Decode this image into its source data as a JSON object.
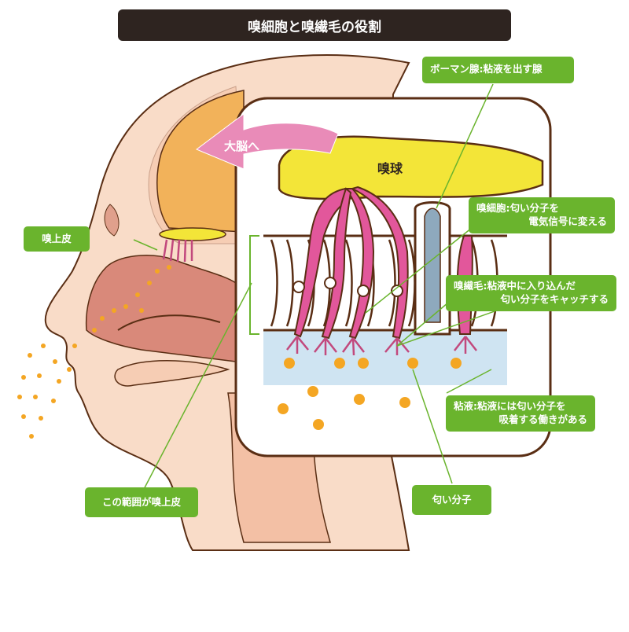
{
  "title": "嗅細胞と嗅繊毛の役割",
  "colors": {
    "label_green": "#6ab42d",
    "title_bg": "#2e2420",
    "skin": "#f9dcc8",
    "brain": "#f2b25a",
    "bulb_yellow": "#f3e538",
    "cell_pink": "#e2579b",
    "mucus_blue": "#cfe4f2",
    "odor_dot": "#f4a623",
    "outline_brown": "#5a2e14"
  },
  "diagram": {
    "arrow_label": "大脳へ",
    "bulb_label": "嗅球"
  },
  "labels": {
    "bowman": {
      "term": "ボーマン腺",
      "desc": ":粘液を出す腺"
    },
    "olfactory_cell": {
      "term": "嗅細胞",
      "desc_line1": ":匂い分子を",
      "desc_line2": "電気信号に変える"
    },
    "cilia": {
      "term": "嗅繊毛",
      "desc_line1": ":粘液中に入り込んだ",
      "desc_line2": "匂い分子をキャッチする"
    },
    "mucus": {
      "term": "粘液",
      "desc_line1": ":粘液には匂い分子を",
      "desc_line2": "吸着する働きがある"
    },
    "epithelium": {
      "text": "嗅上皮"
    },
    "range": {
      "text": "この範囲が嗅上皮"
    },
    "odor_molecule": {
      "text": "匂い分子"
    }
  }
}
